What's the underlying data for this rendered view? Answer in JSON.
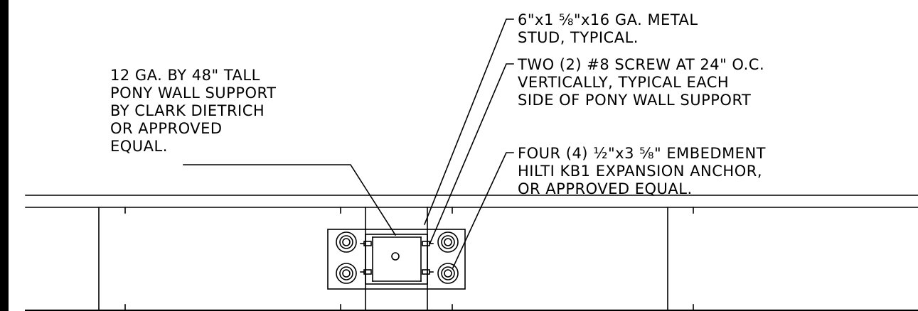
{
  "colors": {
    "background": "#ffffff",
    "linework": "#000000"
  },
  "notes": {
    "pony_wall": {
      "lines": [
        "12 GA. BY 48\" TALL",
        "PONY WALL SUPPORT",
        "BY CLARK DIETRICH",
        "OR APPROVED",
        "EQUAL."
      ]
    },
    "metal_stud": {
      "lines": [
        "6\"x1 ⅝\"x16 GA. METAL",
        "STUD, TYPICAL."
      ]
    },
    "screw": {
      "lines": [
        "TWO (2) #8 SCREW AT 24\" O.C.",
        "VERTICALLY, TYPICAL EACH",
        "SIDE OF PONY WALL SUPPORT"
      ]
    },
    "anchor": {
      "lines": [
        "FOUR (4) ½\"x3 ⅝\" EMBEDMENT",
        "HILTI KB1 EXPANSION ANCHOR,",
        "OR APPROVED EQUAL."
      ]
    }
  },
  "icons": {
    "anchor_bolt": "concentric-circle-anchor-icon",
    "screw": "screw-icon"
  }
}
